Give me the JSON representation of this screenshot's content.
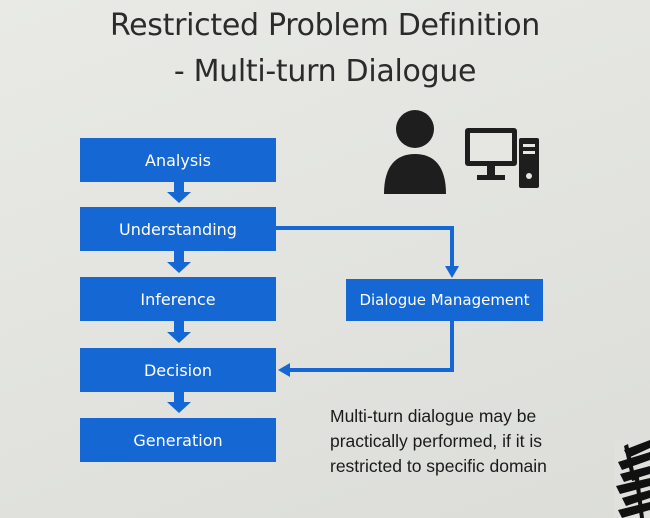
{
  "title": {
    "line1": "Restricted Problem Definition",
    "line2": "- Multi-turn Dialogue"
  },
  "flow": {
    "steps": [
      {
        "label": "Analysis"
      },
      {
        "label": "Understanding"
      },
      {
        "label": "Inference"
      },
      {
        "label": "Decision"
      },
      {
        "label": "Generation"
      }
    ],
    "side_box": {
      "label": "Dialogue Management"
    }
  },
  "note": {
    "lines": [
      "Multi-turn dialogue may be",
      "practically performed, if it is",
      "restricted to specific domain"
    ]
  },
  "icons": {
    "person": "person-icon",
    "computer": "computer-icon"
  },
  "colors": {
    "box_fill": "#1567d3",
    "connector": "#1567d3",
    "text_dark": "#2b2b2b",
    "background": "#e6e7e3"
  }
}
